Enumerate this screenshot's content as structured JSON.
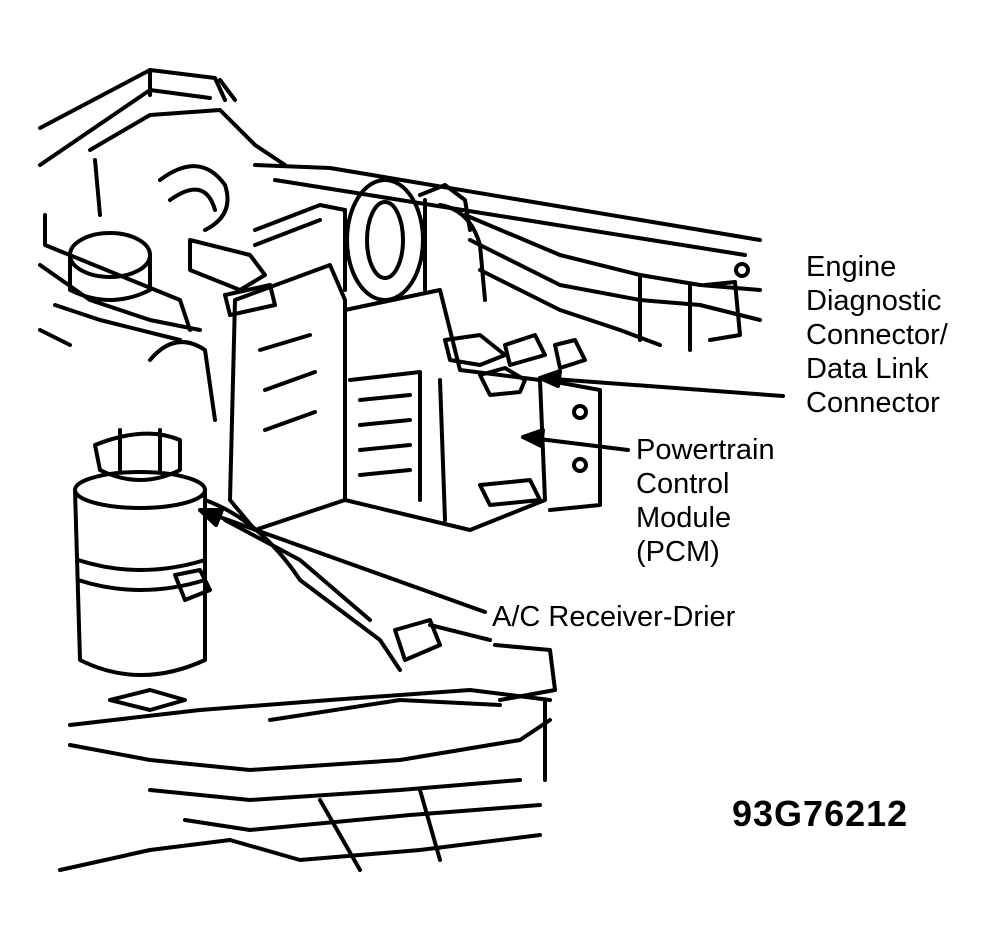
{
  "figure_id": "93G76212",
  "callouts": {
    "engine_diagnostic_connector": [
      "Engine",
      "Diagnostic",
      "Connector/",
      "Data Link",
      "Connector"
    ],
    "powertrain_control_module": [
      "Powertrain",
      "Control",
      "Module",
      "(PCM)"
    ],
    "ac_receiver_drier": "A/C Receiver-Drier"
  },
  "colors": {
    "ink": "#000000",
    "paper": "#ffffff"
  }
}
